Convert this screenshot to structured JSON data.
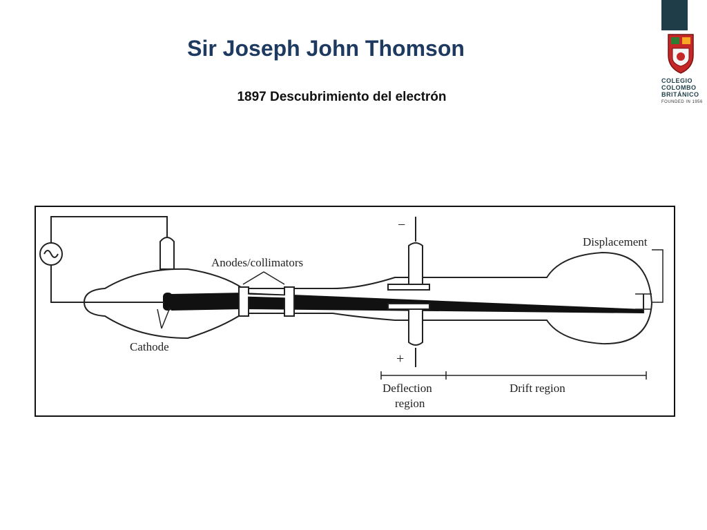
{
  "header": {
    "title": "Sir Joseph John Thomson",
    "subtitle": "1897 Descubrimiento del electrón"
  },
  "logo": {
    "line1": "COLEGIO",
    "line2": "COLOMBO",
    "line3": "BRITÁNICO",
    "line4": "FOUNDED IN 1956",
    "icon": "school-crest-shield"
  },
  "diagram": {
    "labels": {
      "anodes": "Anodes/collimators",
      "cathode": "Cathode",
      "displacement": "Displacement",
      "minus": "−",
      "plus": "+",
      "deflection_line1": "Deflection",
      "deflection_line2": "region",
      "drift": "Drift region"
    },
    "icons": {
      "ac_source": "ac-source-icon"
    }
  }
}
